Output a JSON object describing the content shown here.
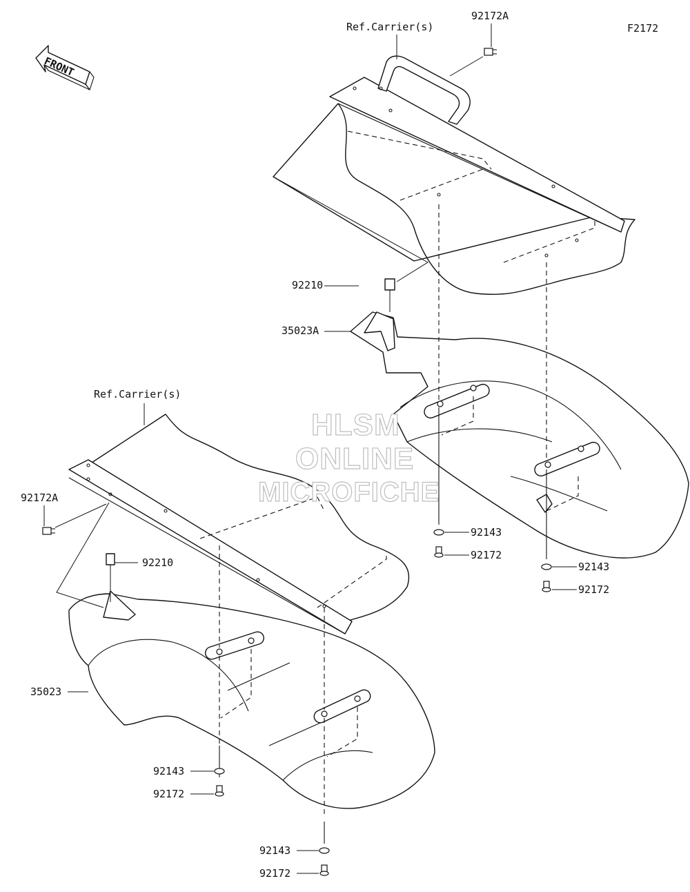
{
  "diagram": {
    "figure_code": "F2172",
    "front_arrow_text": "FRONT",
    "watermark": [
      "HLSM",
      "ONLINE",
      "MICROFICHE"
    ],
    "labels": {
      "ref_carrier_top": "Ref.Carrier(s)",
      "ref_carrier_left": "Ref.Carrier(s)",
      "bolt_top": "92172A",
      "bolt_left": "92172A",
      "clip_top": "92210",
      "clip_left": "92210",
      "fender_right": "35023A",
      "fender_left": "35023",
      "washer_r1": "92143",
      "bolt_r1": "92172",
      "washer_r2": "92143",
      "bolt_r2": "92172",
      "washer_l1": "92143",
      "bolt_l1": "92172",
      "washer_l2": "92143",
      "bolt_l2": "92172"
    }
  }
}
